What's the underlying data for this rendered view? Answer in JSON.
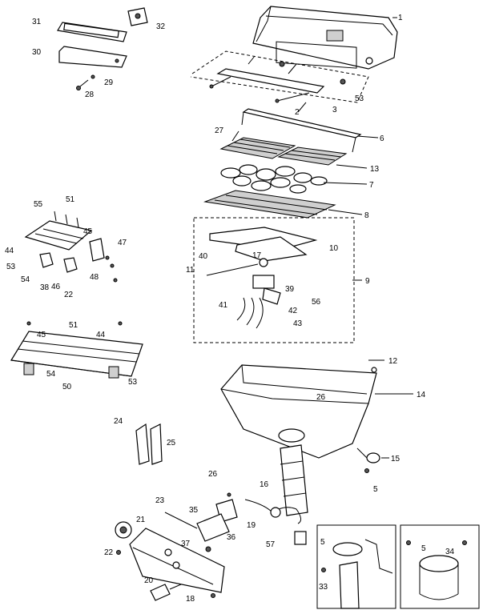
{
  "callouts": [
    {
      "id": "c1",
      "text": "1"
    },
    {
      "id": "c2",
      "text": "2"
    },
    {
      "id": "c3",
      "text": "3"
    },
    {
      "id": "c53a",
      "text": "53"
    },
    {
      "id": "c6",
      "text": "6"
    },
    {
      "id": "c27",
      "text": "27"
    },
    {
      "id": "c13",
      "text": "13"
    },
    {
      "id": "c7",
      "text": "7"
    },
    {
      "id": "c8",
      "text": "8"
    },
    {
      "id": "c10",
      "text": "10"
    },
    {
      "id": "c9",
      "text": "9"
    },
    {
      "id": "c40",
      "text": "40"
    },
    {
      "id": "c17",
      "text": "17"
    },
    {
      "id": "c11",
      "text": "11"
    },
    {
      "id": "c39",
      "text": "39"
    },
    {
      "id": "c56",
      "text": "56"
    },
    {
      "id": "c41",
      "text": "41"
    },
    {
      "id": "c42",
      "text": "42"
    },
    {
      "id": "c43",
      "text": "43"
    },
    {
      "id": "c31",
      "text": "31"
    },
    {
      "id": "c32",
      "text": "32"
    },
    {
      "id": "c30",
      "text": "30"
    },
    {
      "id": "c29",
      "text": "29"
    },
    {
      "id": "c28",
      "text": "28"
    },
    {
      "id": "c55",
      "text": "55"
    },
    {
      "id": "c51a",
      "text": "51"
    },
    {
      "id": "c45a",
      "text": "45"
    },
    {
      "id": "c44a",
      "text": "44"
    },
    {
      "id": "c47",
      "text": "47"
    },
    {
      "id": "c53b",
      "text": "53"
    },
    {
      "id": "c54a",
      "text": "54"
    },
    {
      "id": "c38",
      "text": "38"
    },
    {
      "id": "c46",
      "text": "46"
    },
    {
      "id": "c48",
      "text": "48"
    },
    {
      "id": "c22a",
      "text": "22"
    },
    {
      "id": "c51b",
      "text": "51"
    },
    {
      "id": "c45b",
      "text": "45"
    },
    {
      "id": "c44b",
      "text": "44"
    },
    {
      "id": "c54b",
      "text": "54"
    },
    {
      "id": "c53c",
      "text": "53"
    },
    {
      "id": "c50",
      "text": "50"
    },
    {
      "id": "c12",
      "text": "12"
    },
    {
      "id": "c14",
      "text": "14"
    },
    {
      "id": "c26a",
      "text": "26"
    },
    {
      "id": "c15",
      "text": "15"
    },
    {
      "id": "c5a",
      "text": "5"
    },
    {
      "id": "c24a",
      "text": "24"
    },
    {
      "id": "c25",
      "text": "25"
    },
    {
      "id": "c16",
      "text": "16"
    },
    {
      "id": "c26b",
      "text": "26"
    },
    {
      "id": "c23",
      "text": "23"
    },
    {
      "id": "c35",
      "text": "35"
    },
    {
      "id": "c19",
      "text": "19"
    },
    {
      "id": "c36",
      "text": "36"
    },
    {
      "id": "c37",
      "text": "37"
    },
    {
      "id": "c21",
      "text": "21"
    },
    {
      "id": "c22b",
      "text": "22"
    },
    {
      "id": "c57",
      "text": "57"
    },
    {
      "id": "c20",
      "text": "20"
    },
    {
      "id": "c18",
      "text": "18"
    },
    {
      "id": "c5b",
      "text": "5"
    },
    {
      "id": "c33",
      "text": "33"
    },
    {
      "id": "c5c",
      "text": "5"
    },
    {
      "id": "c34",
      "text": "34"
    }
  ]
}
